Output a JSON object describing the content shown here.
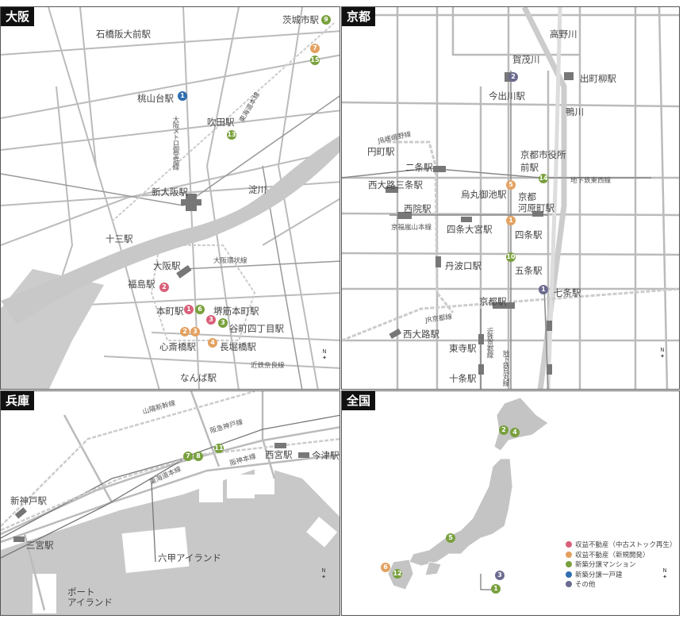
{
  "colors": {
    "red": "#d9607a",
    "orange": "#e3a160",
    "green": "#78a03c",
    "blue": "#2f6db0",
    "purple": "#6b6b8f"
  },
  "osaka": {
    "title": "大阪",
    "labels": [
      "石橋阪大前駅",
      "茨城市駅",
      "桃山台駅",
      "大阪メトロ御堂筋線",
      "吹田駅",
      "東海道本線",
      "新大阪駅",
      "淀川",
      "十三駅",
      "大阪駅",
      "大阪環状線",
      "福島駅",
      "本町駅",
      "堺筋本町駅",
      "谷町四丁目駅",
      "心斎橋駅",
      "長堀橋駅",
      "近鉄奈良線",
      "なんば駅"
    ],
    "markers": [
      {
        "num": "1",
        "cat": "blue"
      },
      {
        "num": "13",
        "cat": "green"
      },
      {
        "num": "9",
        "cat": "green"
      },
      {
        "num": "7",
        "cat": "orange"
      },
      {
        "num": "15",
        "cat": "green"
      },
      {
        "num": "2",
        "cat": "red"
      },
      {
        "num": "1",
        "cat": "red"
      },
      {
        "num": "6",
        "cat": "green"
      },
      {
        "num": "3",
        "cat": "red"
      },
      {
        "num": "3",
        "cat": "green"
      },
      {
        "num": "2",
        "cat": "orange"
      },
      {
        "num": "3",
        "cat": "orange"
      },
      {
        "num": "4",
        "cat": "orange"
      }
    ]
  },
  "kyoto": {
    "title": "京都",
    "labels": [
      "高野川",
      "賀茂川",
      "今出川駅",
      "出町柳駅",
      "鴨川",
      "JR嵯峨野線",
      "円町駅",
      "二条駅",
      "京都市役所",
      "前駅",
      "地下鉄東西線",
      "西大路三条駅",
      "烏丸御池駅",
      "京都",
      "河原町駅",
      "西院駅",
      "京福嵐山本線",
      "四条大宮駅",
      "四条駅",
      "丹波口駅",
      "五条駅",
      "七条駅",
      "京都駅",
      "JR京都線",
      "西大路駅",
      "近鉄京都線",
      "東寺駅",
      "地下鉄烏丸線",
      "十条駅"
    ],
    "markers": [
      {
        "num": "2",
        "cat": "purple"
      },
      {
        "num": "14",
        "cat": "green"
      },
      {
        "num": "5",
        "cat": "orange"
      },
      {
        "num": "1",
        "cat": "orange"
      },
      {
        "num": "10",
        "cat": "green"
      },
      {
        "num": "1",
        "cat": "purple"
      }
    ]
  },
  "hyogo": {
    "title": "兵庫",
    "labels": [
      "山陽新幹線",
      "阪急神戸線",
      "東海道本線",
      "阪神本線",
      "西宮駅",
      "今津駅",
      "新神戸駅",
      "三宮駅",
      "六甲アイランド",
      "ポート",
      "アイランド"
    ],
    "markers": [
      {
        "num": "7",
        "cat": "green"
      },
      {
        "num": "8",
        "cat": "green"
      },
      {
        "num": "11",
        "cat": "green"
      }
    ]
  },
  "japan": {
    "title": "全国",
    "markers": [
      {
        "num": "2",
        "cat": "green"
      },
      {
        "num": "4",
        "cat": "green"
      },
      {
        "num": "5",
        "cat": "green"
      },
      {
        "num": "6",
        "cat": "orange"
      },
      {
        "num": "12",
        "cat": "green"
      },
      {
        "num": "3",
        "cat": "purple"
      },
      {
        "num": "1",
        "cat": "green"
      }
    ],
    "legend": [
      {
        "label": "収益不動産（中古ストック再生）",
        "cat": "red"
      },
      {
        "label": "収益不動産（新規開発）",
        "cat": "orange"
      },
      {
        "label": "新築分譲マンション",
        "cat": "green"
      },
      {
        "label": "新築分譲一戸建",
        "cat": "blue"
      },
      {
        "label": "その他",
        "cat": "purple"
      }
    ]
  },
  "compass_label": "N"
}
